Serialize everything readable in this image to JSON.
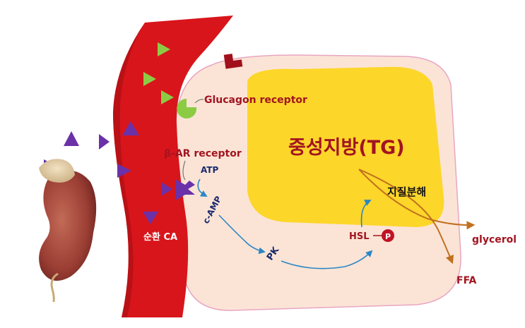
{
  "labels": {
    "glucagon_receptor": "Glucagon receptor",
    "beta_ar_receptor": "β-AR receptor",
    "atp": "ATP",
    "camp": "c-AMP",
    "pk": "PK",
    "hsl": "HSL",
    "phosphate": "P",
    "tg": "중성지방(TG)",
    "lipolysis": "지질분해",
    "glycerol": "glycerol",
    "ffa": "FFA",
    "circulating_ca": "순환 CA"
  },
  "colors": {
    "vessel": "#d8151b",
    "vessel_dark": "#a50f14",
    "cell_fill": "#fbe4d6",
    "cell_border": "#e8a6c2",
    "fat_droplet": "#fdd62a",
    "green_triangle": "#8ccc44",
    "purple_triangle": "#6b31a8",
    "label_dark_red": "#a21421",
    "label_navy": "#1b2a6e",
    "arrow_blue": "#2b86c5",
    "arrow_brown": "#c0701e",
    "phosphate_fill": "#c01323"
  },
  "icons": {
    "kidney": "kidney-adrenal-illustration",
    "receptor": "receptor-pacman-icon"
  }
}
